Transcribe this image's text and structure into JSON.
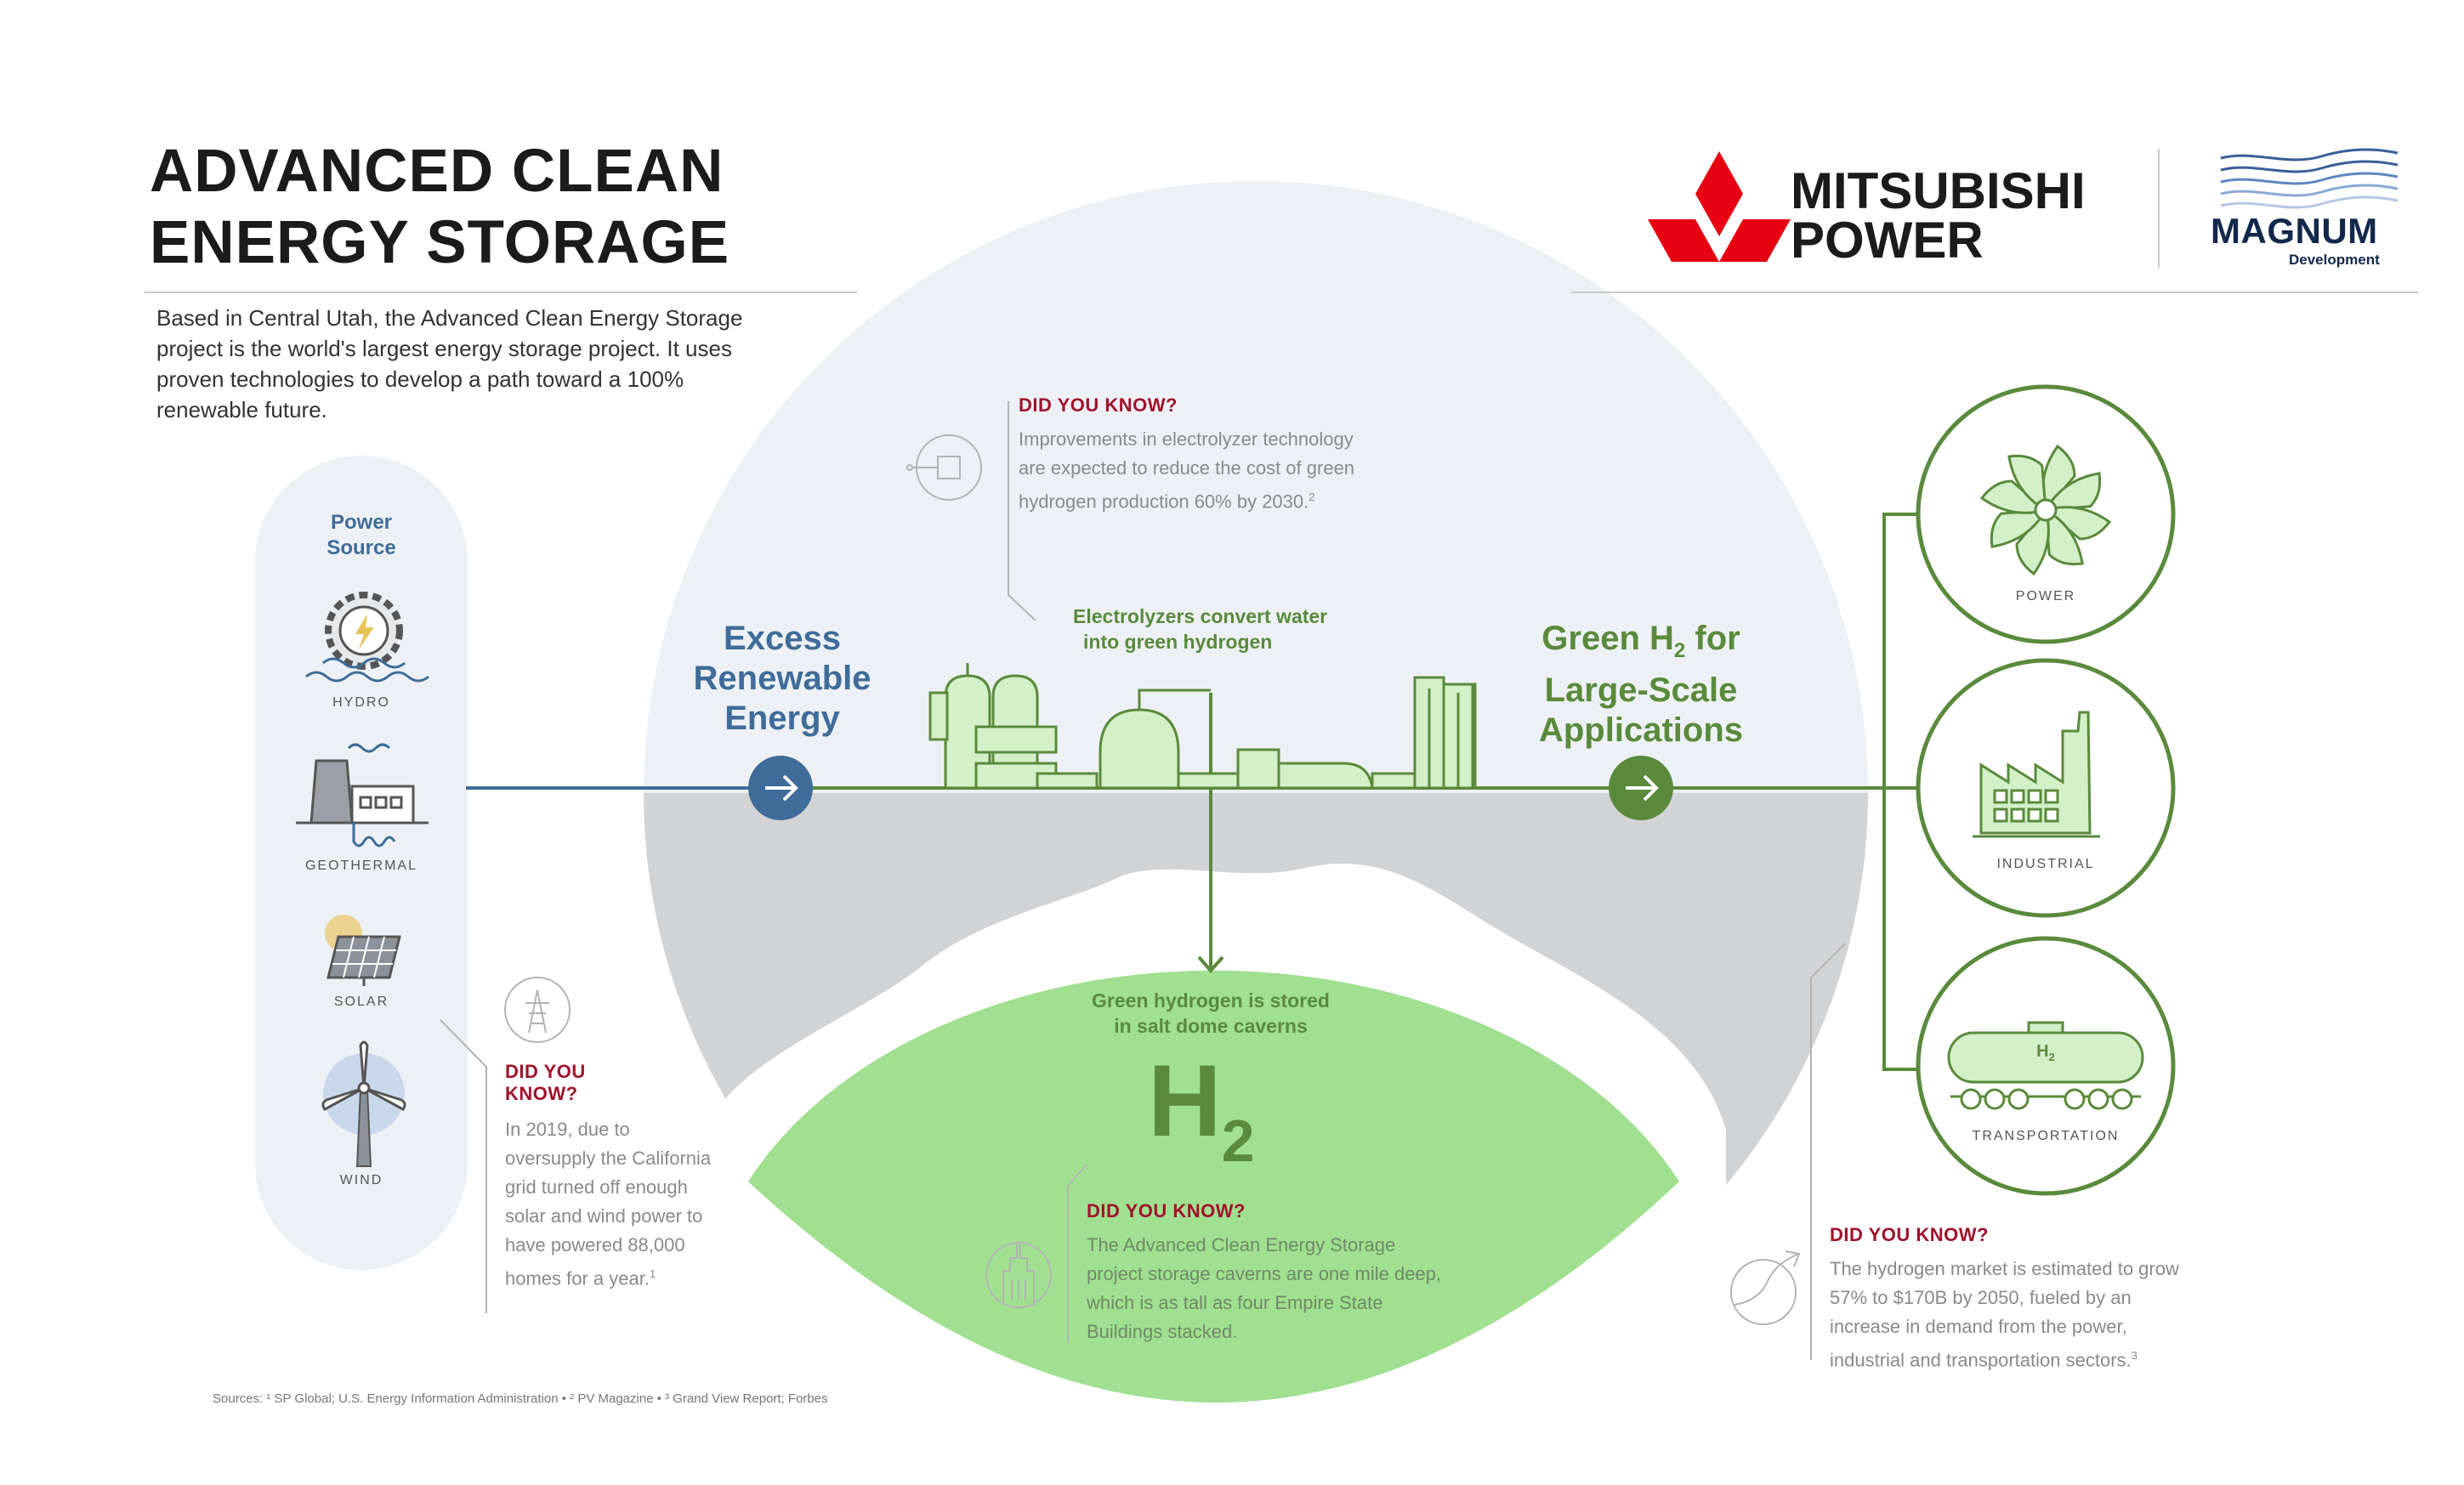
{
  "title": {
    "line1": "ADVANCED CLEAN",
    "line2": "ENERGY STORAGE"
  },
  "intro": "Based in Central Utah, the Advanced Clean Energy Storage project is the world's largest energy storage project. It uses proven technologies to develop a path toward a 100% renewable future.",
  "brands": {
    "mitsubishi_line1": "MITSUBISHI",
    "mitsubishi_line2": "POWER",
    "magnum": "MAGNUM",
    "magnum_sub": "Development"
  },
  "power_source": {
    "heading_line1": "Power",
    "heading_line2": "Source",
    "items": [
      {
        "label": "HYDRO",
        "icon": "hydro-icon"
      },
      {
        "label": "GEOTHERMAL",
        "icon": "geothermal-icon"
      },
      {
        "label": "SOLAR",
        "icon": "solar-icon"
      },
      {
        "label": "WIND",
        "icon": "wind-turbine-icon"
      }
    ]
  },
  "flow": {
    "excess_line1": "Excess",
    "excess_line2": "Renewable",
    "excess_line3": "Energy",
    "electrolyzers_line1": "Electrolyzers convert water",
    "electrolyzers_line2": "into green hydrogen",
    "green_h2_line1": "Green H",
    "green_h2_sub": "2",
    "green_h2_line1_rest": " for",
    "green_h2_line2": "Large-Scale",
    "green_h2_line3": "Applications",
    "stored_line1": "Green hydrogen is stored",
    "stored_line2": "in salt dome caverns",
    "h2_big": "H",
    "h2_big_sub": "2"
  },
  "applications": [
    {
      "label": "POWER",
      "icon": "turbine-fan-icon"
    },
    {
      "label": "INDUSTRIAL",
      "icon": "factory-icon"
    },
    {
      "label": "TRANSPORTATION",
      "icon": "h2-tanker-icon",
      "tank_label": "H",
      "tank_sub": "2"
    }
  ],
  "did_you_know": [
    {
      "head": "DID YOU KNOW?",
      "body": "Improvements in electrolyzer technology are expected to reduce the cost of green hydrogen production 60% by 2030.",
      "sup": "2",
      "icon": "electrolyzer-chip-icon"
    },
    {
      "head_line1": "DID YOU",
      "head_line2": "KNOW?",
      "body": "In 2019, due to oversupply the California grid turned off enough solar and wind power to have powered 88,000 homes for a year.",
      "sup": "1",
      "icon": "power-tower-icon"
    },
    {
      "head": "DID YOU KNOW?",
      "body": "The Advanced Clean Energy Storage project storage caverns are one mile deep, which is as tall as four Empire State Buildings stacked.",
      "icon": "skyscraper-icon"
    },
    {
      "head": "DID YOU KNOW?",
      "body": "The hydrogen market is estimated to grow 57% to $170B by 2050, fueled by an increase in demand from the power, industrial and transportation sectors.",
      "sup": "3",
      "icon": "growth-arrow-icon"
    }
  ],
  "sources": "Sources: ¹ SP Global; U.S. Energy Information Administration • ² PV Magazine • ³ Grand View Report; Forbes",
  "colors": {
    "green": "#5a8a3c",
    "light_green": "#a0e090",
    "blue": "#3f6c99",
    "red": "#a0122c",
    "sky": "#edf1f5",
    "ground": "#d2d3d5"
  }
}
